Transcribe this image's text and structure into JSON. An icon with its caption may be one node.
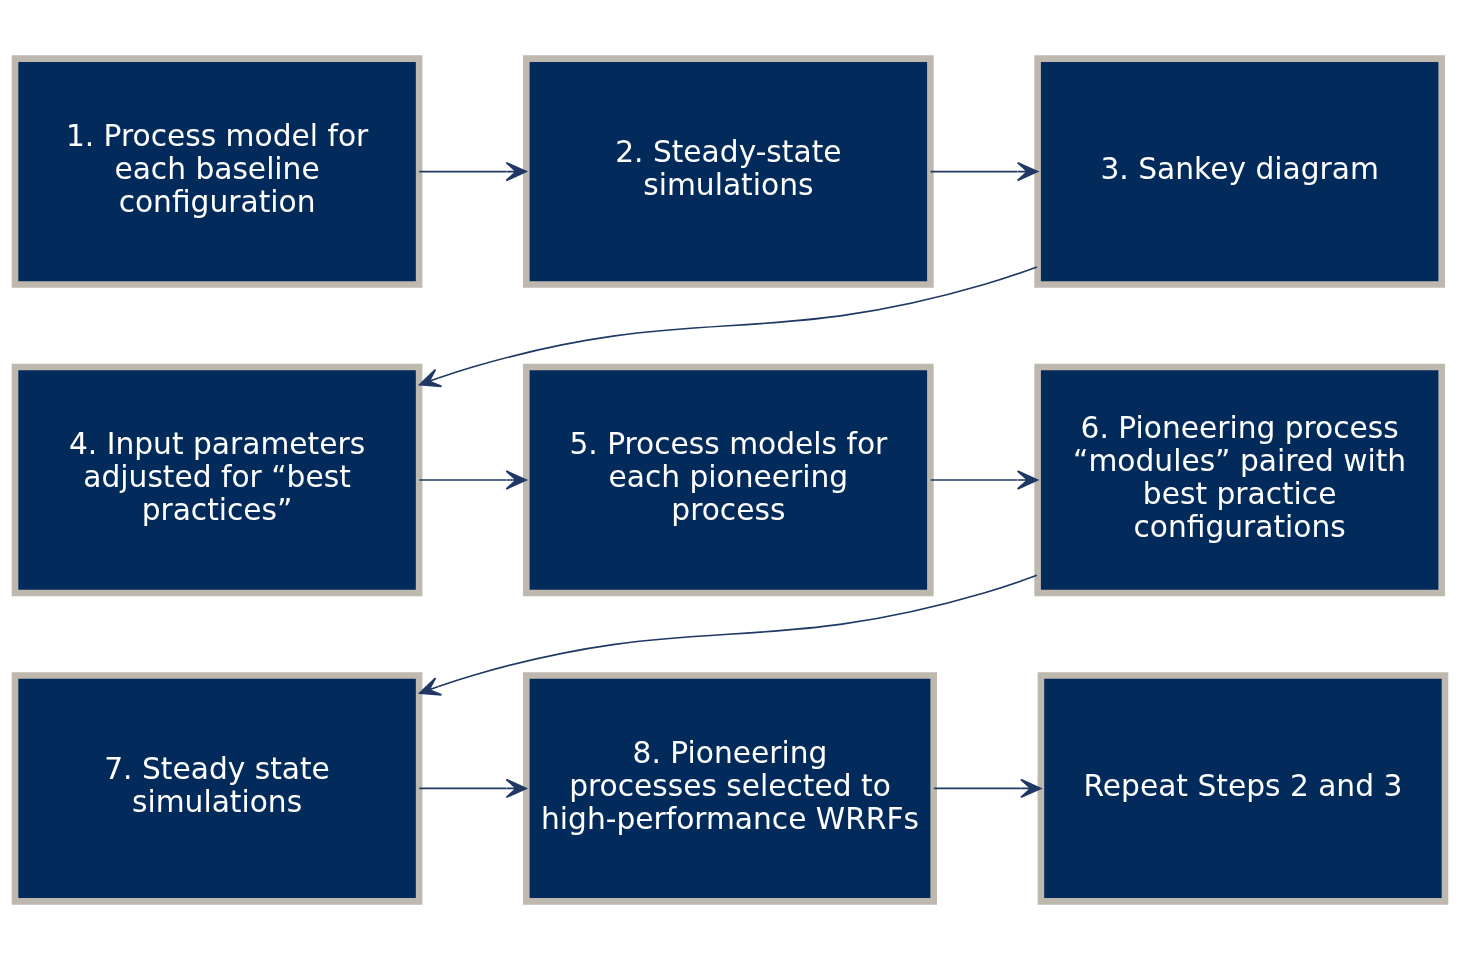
{
  "diagram": {
    "nodes": [
      {
        "text": [
          "1. Process model for each baseline configuration"
        ]
      },
      {
        "text": [
          "2. Steady-state simulations"
        ]
      },
      {
        "text": [
          "3. Sankey diagram"
        ]
      },
      {
        "text": [
          "4. Input parameters adjusted for “best practices”"
        ]
      },
      {
        "text": [
          "5. Process models for each pioneering process"
        ]
      },
      {
        "text": [
          "6. Pioneering process “modules” paired with best practice configurations"
        ]
      },
      {
        "text": [
          "7. Steady state simulations"
        ]
      },
      {
        "text": [
          "8. Pioneering processes selected to high-performance WRRFs"
        ]
      },
      {
        "text": [
          "Repeat Steps 2 and 3"
        ]
      }
    ],
    "edges": [
      {
        "from": 0,
        "to": 1,
        "arrow": "to"
      },
      {
        "from": 1,
        "to": 2,
        "arrow": "to"
      },
      {
        "from": 2,
        "to": 3,
        "arrow": "to"
      },
      {
        "from": 3,
        "to": 4,
        "arrow": "to"
      },
      {
        "from": 4,
        "to": 5,
        "arrow": "to"
      },
      {
        "from": 5,
        "to": 6,
        "arrow": "to"
      },
      {
        "from": 6,
        "to": 7,
        "arrow": "to"
      },
      {
        "from": 7,
        "to": 8,
        "arrow": "to"
      }
    ]
  }
}
